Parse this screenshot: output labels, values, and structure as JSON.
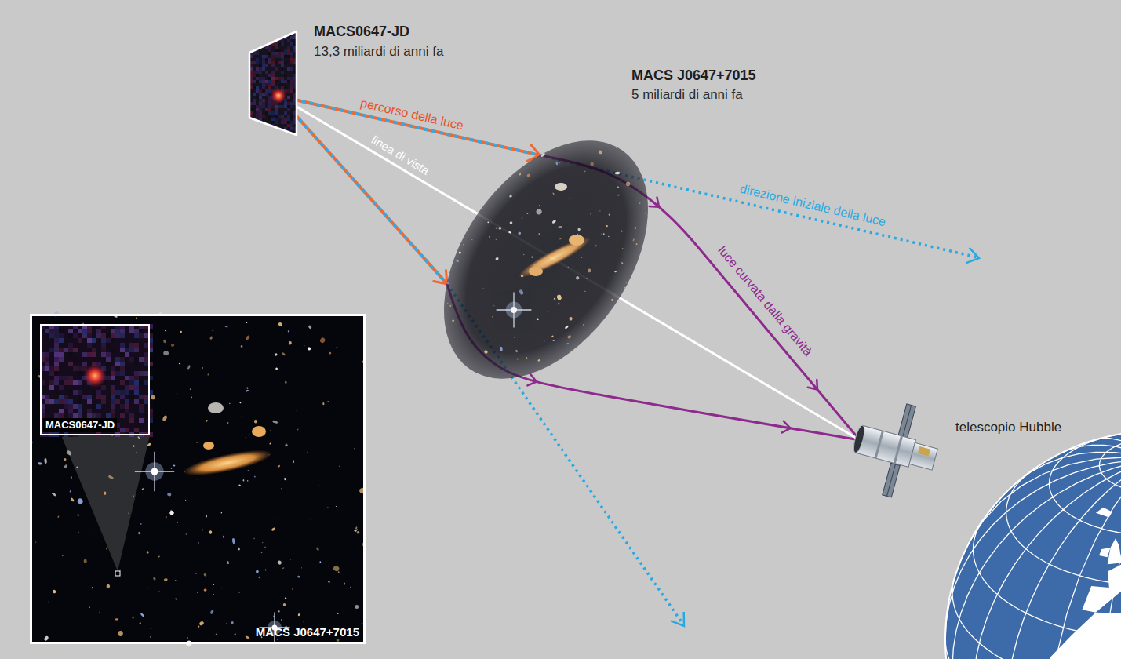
{
  "diagram": {
    "nodes": [
      {
        "text": [
          "MACS0647-JD",
          "13,3 miliardi di anni fa"
        ]
      },
      {
        "text": [
          "MACS J0647+7015",
          "5 miliardi di anni fa"
        ]
      },
      {
        "text": [
          "telescopio Hubble"
        ]
      },
      {
        "text": [
          "MACS J0647+7015"
        ]
      },
      {
        "text": [
          "MACS0647-JD"
        ],
        "in": 3
      }
    ],
    "edges": [
      {
        "from": 0,
        "to": 1,
        "label": "percorso della luce",
        "arrow": "to"
      },
      {
        "from": 0,
        "to": 1,
        "arrow": "to"
      },
      {
        "from": 1,
        "to": 2,
        "label": "luce curvata dalla gravità",
        "arrow": "to"
      },
      {
        "from": 1,
        "to": 2,
        "arrow": "to"
      },
      {
        "from": 0,
        "to": 2,
        "label": "linea di vista",
        "arrow": "none"
      }
    ],
    "labels": [
      "direzione iniziale della luce"
    ]
  }
}
